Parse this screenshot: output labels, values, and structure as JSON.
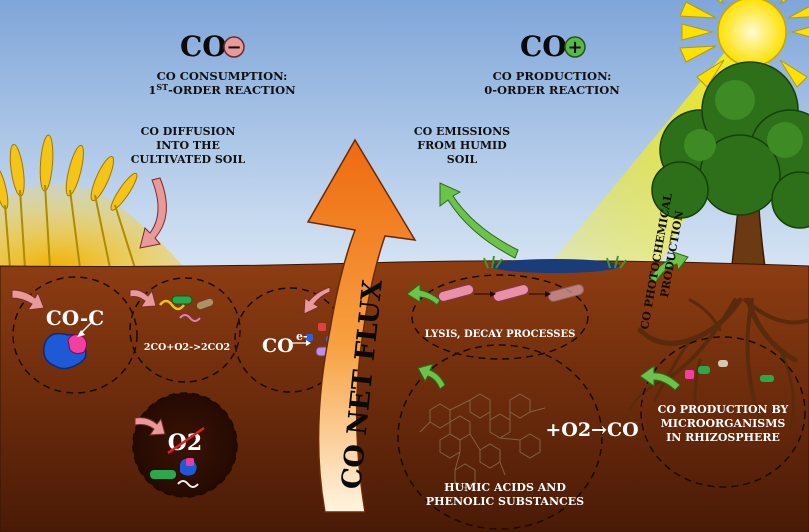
{
  "colors": {
    "sky_top": "#7fa6d9",
    "sky_bottom": "#cfe0f3",
    "soil_top": "#8b3a10",
    "soil_bottom": "#4a1a06",
    "arrow_orange": "#f08020",
    "arrow_pink": "#e89a9a",
    "arrow_green": "#6cc24a",
    "sun": "#ffe000",
    "minus_badge": "#e89a9a",
    "plus_badge": "#5ab84a"
  },
  "left_panel": {
    "symbol": "CO",
    "badge": "−",
    "line1": "CO CONSUMPTION:",
    "line2_prefix": "1",
    "line2_sup": "ST",
    "line2_suffix": "-ORDER REACTION"
  },
  "right_panel": {
    "symbol": "CO",
    "badge": "+",
    "line1": "CO PRODUCTION:",
    "line2": "0-ORDER REACTION"
  },
  "labels": {
    "diffusion": [
      "CO DIFFUSION",
      "INTO THE",
      "CULTIVATED SOIL"
    ],
    "emissions": [
      "CO EMISSIONS",
      "FROM HUMID",
      "SOIL"
    ],
    "photochemical": [
      "CO PHOTOCHEMICAL",
      "PRODUCTION"
    ],
    "net_flux": "CO NET FLUX",
    "co_c": "CO-C",
    "oxidation": "2CO+O2->2CO2",
    "co_e": "CO",
    "co_e_sup": "e-",
    "o2": "O2",
    "lysis": "LYSIS, DECAY PROCESSES",
    "humic_reaction": "+O2→CO",
    "humic": [
      "HUMIC ACIDS AND",
      "PHENOLIC SUBSTANCES"
    ],
    "rhizosphere": [
      "CO PRODUCTION BY",
      "MICROORGANISMS",
      "IN RHIZOSPHERE"
    ]
  }
}
